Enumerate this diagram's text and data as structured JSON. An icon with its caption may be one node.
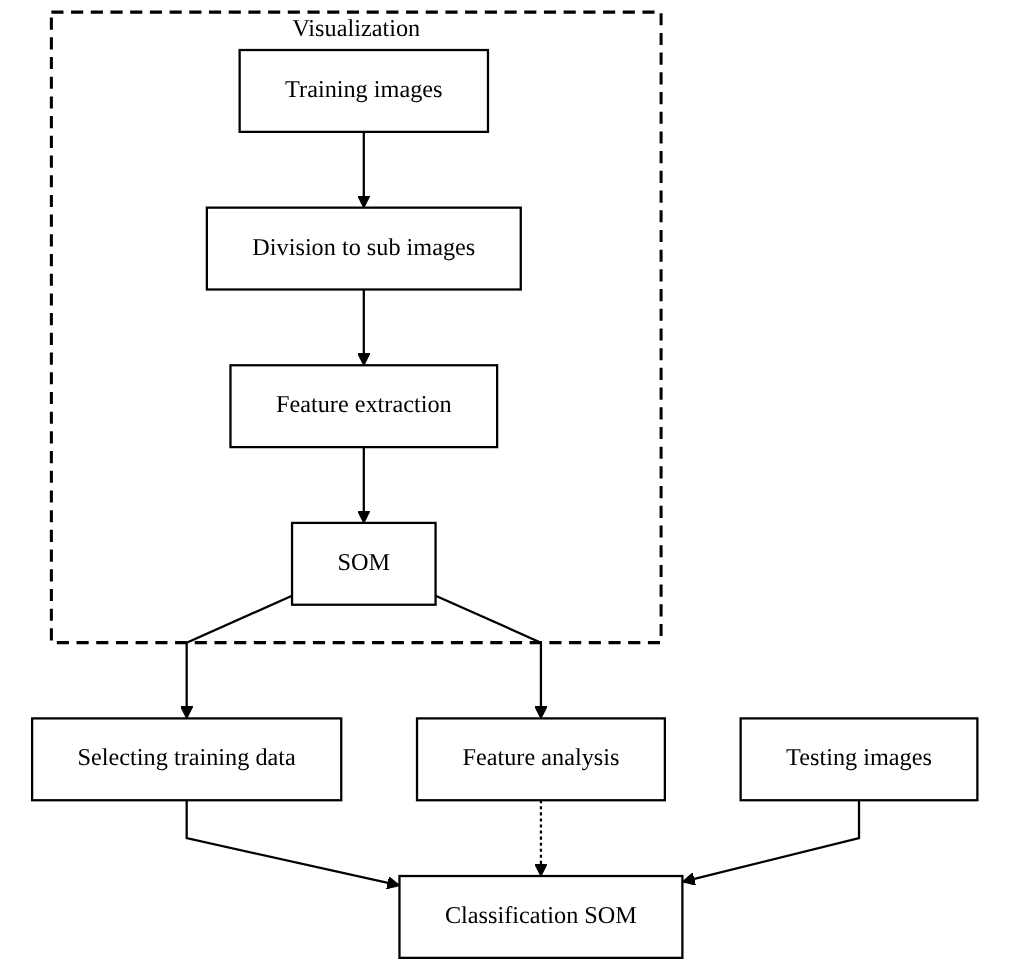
{
  "diagram": {
    "nodes": [
      {
        "text": [
          "Visualization"
        ]
      },
      {
        "text": [
          "Training images"
        ],
        "in": 0
      },
      {
        "text": [
          "Division to sub images"
        ],
        "in": 0
      },
      {
        "text": [
          "Feature extraction"
        ],
        "in": 0
      },
      {
        "text": [
          "SOM"
        ],
        "in": 0
      },
      {
        "text": [
          "Selecting training data"
        ]
      },
      {
        "text": [
          "Feature analysis"
        ]
      },
      {
        "text": [
          "Testing images"
        ]
      },
      {
        "text": [
          "Classification SOM"
        ]
      }
    ],
    "edges": [
      {
        "from": 1,
        "to": 2,
        "arrow": "to"
      },
      {
        "from": 2,
        "to": 3,
        "arrow": "to"
      },
      {
        "from": 3,
        "to": 4,
        "arrow": "to"
      },
      {
        "from": 4,
        "to": 5,
        "arrow": "to"
      },
      {
        "from": 4,
        "to": 6,
        "arrow": "to"
      },
      {
        "from": 5,
        "to": 8,
        "arrow": "to"
      },
      {
        "from": 6,
        "to": 8,
        "arrow": "to",
        "style": "dashed"
      },
      {
        "from": 7,
        "to": 8,
        "arrow": "to"
      }
    ]
  }
}
